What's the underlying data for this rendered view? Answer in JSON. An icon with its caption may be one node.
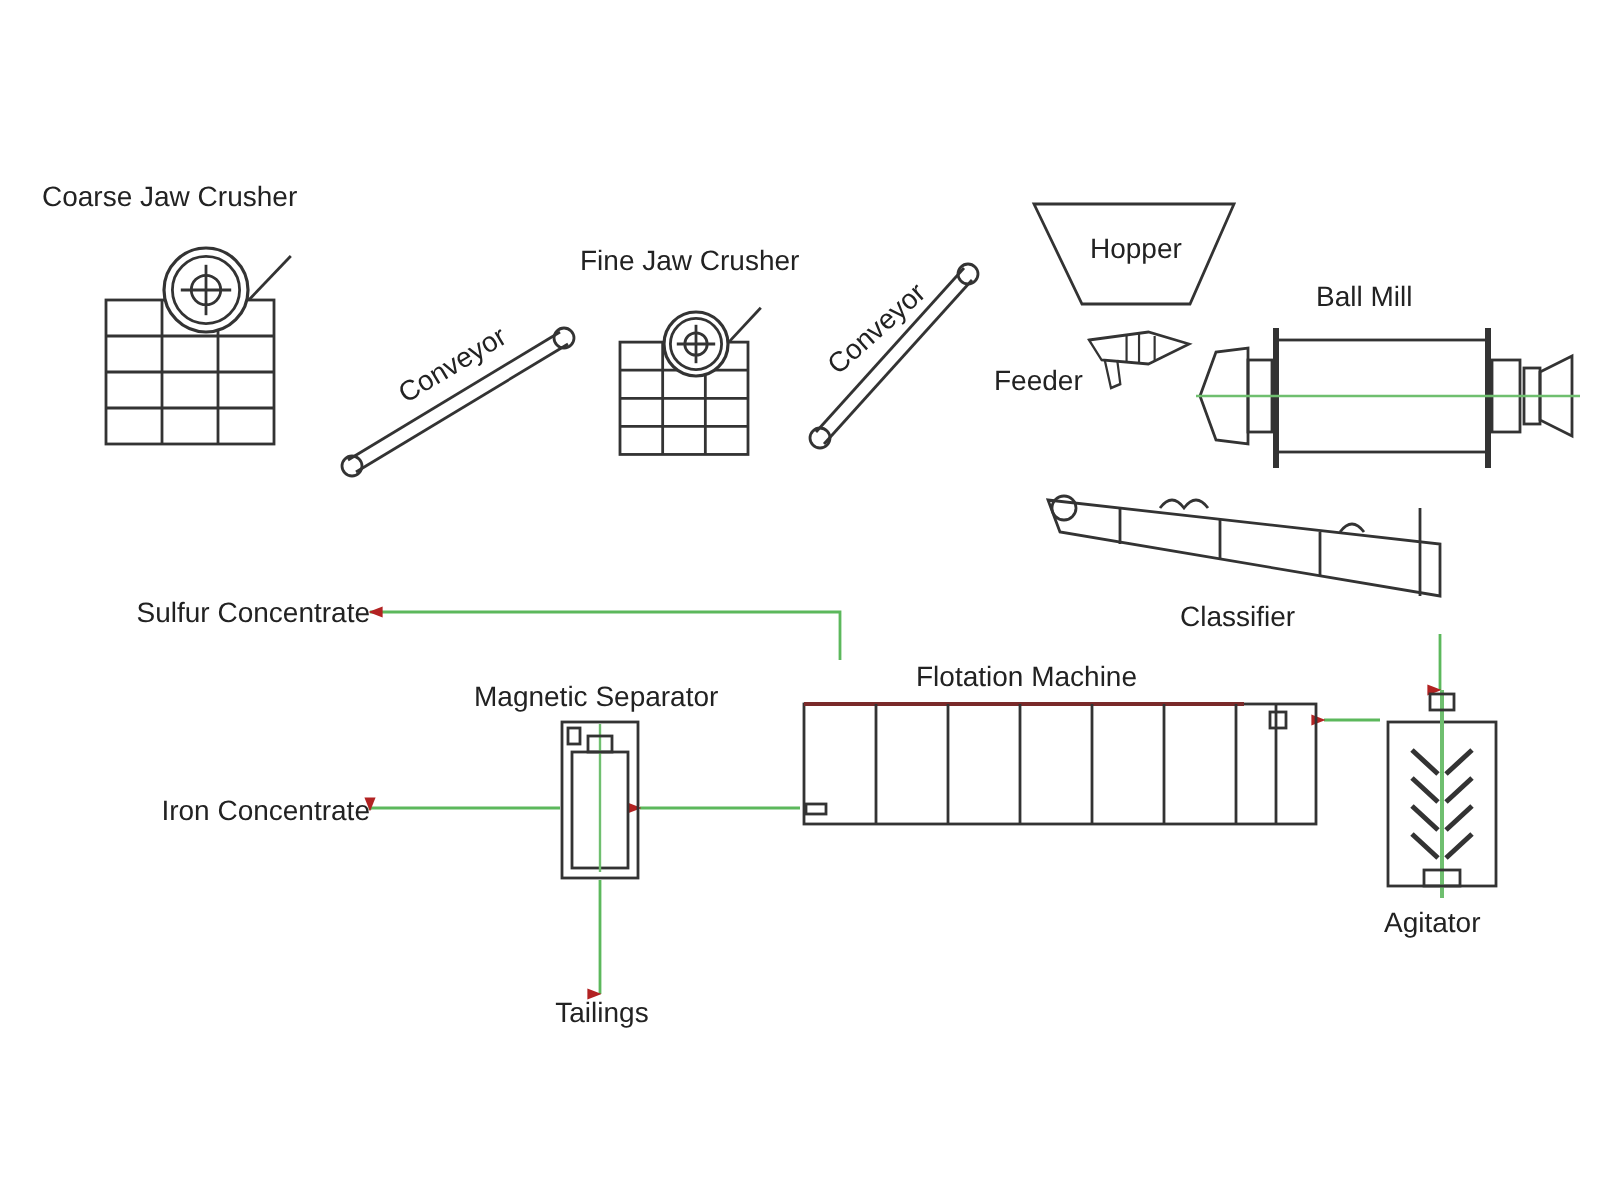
{
  "diagram": {
    "nodes": [
      {
        "text": [
          "Coarse Jaw Crusher"
        ]
      },
      {
        "text": [
          "Conveyor"
        ]
      },
      {
        "text": [
          "Fine Jaw Crusher"
        ]
      },
      {
        "text": [
          "Conveyor"
        ]
      },
      {
        "text": [
          "Hopper"
        ]
      },
      {
        "text": [
          "Feeder"
        ]
      },
      {
        "text": [
          "Ball Mill"
        ]
      },
      {
        "text": [
          "Classifier"
        ]
      },
      {
        "text": [
          "Agitator"
        ]
      },
      {
        "text": [
          "Flotation Machine"
        ]
      },
      {
        "text": [
          "Magnetic Separator"
        ]
      },
      {
        "text": [
          "Sulfur Concentrate"
        ]
      },
      {
        "text": [
          "Iron Concentrate"
        ]
      },
      {
        "text": [
          "Tailings"
        ]
      }
    ],
    "edges": [
      {
        "from": 7,
        "to": 8,
        "arrow": "to"
      },
      {
        "from": 8,
        "to": 9,
        "arrow": "to"
      },
      {
        "from": 9,
        "to": 11,
        "arrow": "to"
      },
      {
        "from": 9,
        "to": 10,
        "arrow": "to"
      },
      {
        "from": 10,
        "to": 12,
        "arrow": "to"
      },
      {
        "from": 10,
        "to": 13,
        "arrow": "to"
      }
    ]
  }
}
